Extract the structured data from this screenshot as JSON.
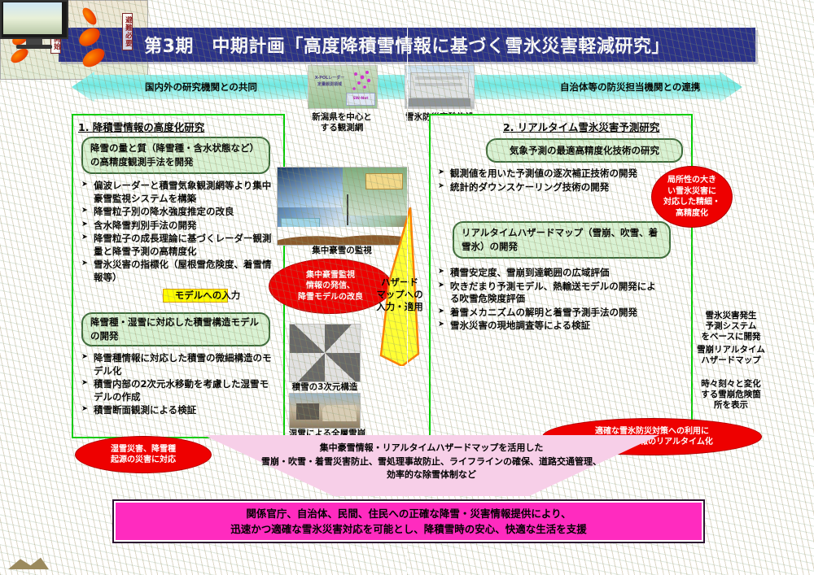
{
  "title": "第3期　中期計画「高度降積雪情報に基づく雪氷災害軽減研究」",
  "top_band": {
    "left_label": "国内外の研究機関との共同",
    "right_label": "自治体等の防災担当機関との連携",
    "radar_photo_label": "X-POLレーダー\n定量観測領域",
    "radar_photo_tag": "SW-Net"
  },
  "center_top": {
    "obs_caption": "新潟県を中心と\nする観測網",
    "facility_caption": "雪氷防災実験施設"
  },
  "panel_left": {
    "title": "1. 降積雪情報の高度化研究",
    "box1": "降雪の量と質（降雪種・含水状態など）の高精度観測手法を開発",
    "bullets1": [
      "偏波レーダーと積雪気象観測網等より集中豪雪監視システムを構築",
      "降雪粒子別の降水強度推定の改良",
      "含水降雪判別手法の開発",
      "降雪粒子の成長理論に基づくレーダー観測量と降雪予測の高精度化",
      "雪氷災害の指標化（屋根雪危険度、着雪情報等）"
    ],
    "callout": "モデルへの入力",
    "box2": "降雪種・湿雪に対応した積雪構造モデルの開発",
    "bullets2": [
      "降雪種情報に対応した積雪の微細構造のモデル化",
      "積雪内部の2次元水移動を考慮した湿雪モデルの作成",
      "積雪断面観測による検証"
    ]
  },
  "panel_right": {
    "title": "2. リアルタイム雪氷災害予測研究",
    "box1": "気象予測の最適高精度化技術の研究",
    "bullets1": [
      "観測値を用いた予測値の逐次補正技術の開発",
      "統計的ダウンスケーリング技術の開発"
    ],
    "box2": "リアルタイムハザードマップ（雪崩、吹雪、着雪氷）の開発",
    "bullets2": [
      "積雪安定度、雪崩到達範囲の広域評価",
      "吹きだまり予測モデル、熱輸送モデルの開発による吹雪危険度評価",
      "着雪メカニズムの解明と着雪予測手法の開発",
      "雪氷災害の現地調査等による検証"
    ]
  },
  "center_column": {
    "hazard_arrow_label": "ハザード\nマップへの\n入力・適用",
    "monitor_caption": "集中豪雪の監視",
    "snow3d_caption": "積雪の3次元構造",
    "avalanche_caption": "湿雪による全層雪崩"
  },
  "right_column": {
    "system_caption": "雪氷災害発生\n予測システム\nをベースに開発",
    "hazmap_caption": "雪崩リアルタイム\nハザードマップ",
    "hazmap_note": "時々刻々と変化\nする雪崩危険箇\n所を表示",
    "map_tag_left": "巡視開始",
    "map_tag_right": "避難必要"
  },
  "ellipses": {
    "center": "集中豪雪監視\n情報の発信、\n降雪モデルの改良",
    "right_top": "局所性の大きい雪氷災害に対応した精細・高精度化",
    "bottom_left": "湿雪災害、降雪種\n起源の災害に対応",
    "bottom_right": "適確な雪氷防災対策への利用に\n向けた予測情報のリアルタイム化"
  },
  "funnel": {
    "line1": "集中豪雪情報・リアルタイムハザードマップを活用した",
    "line2": "雪崩・吹雪・着雪災害防止、雪処理事故防止、ライフラインの確保、道路交通管理、",
    "line3": "効率的な除雪体制など"
  },
  "final_box": {
    "line1": "関係官庁、自治体、民間、住民への正確な降雪・災害情報提供により、",
    "line2": "迅速かつ適確な雪氷災害対応を可能とし、降積雪時の安心、快適な生活を支援"
  },
  "colors": {
    "title_bg": "#2b3288",
    "band_cyan": "#7ef0ea",
    "panel_border": "#00d000",
    "box_green": "#d9f2d4",
    "ellipse_red": "#ee0000",
    "arrow_yellow": "#ffff00",
    "funnel_pink": "#f7cfe8",
    "final_magenta": "#ff2bbf"
  }
}
